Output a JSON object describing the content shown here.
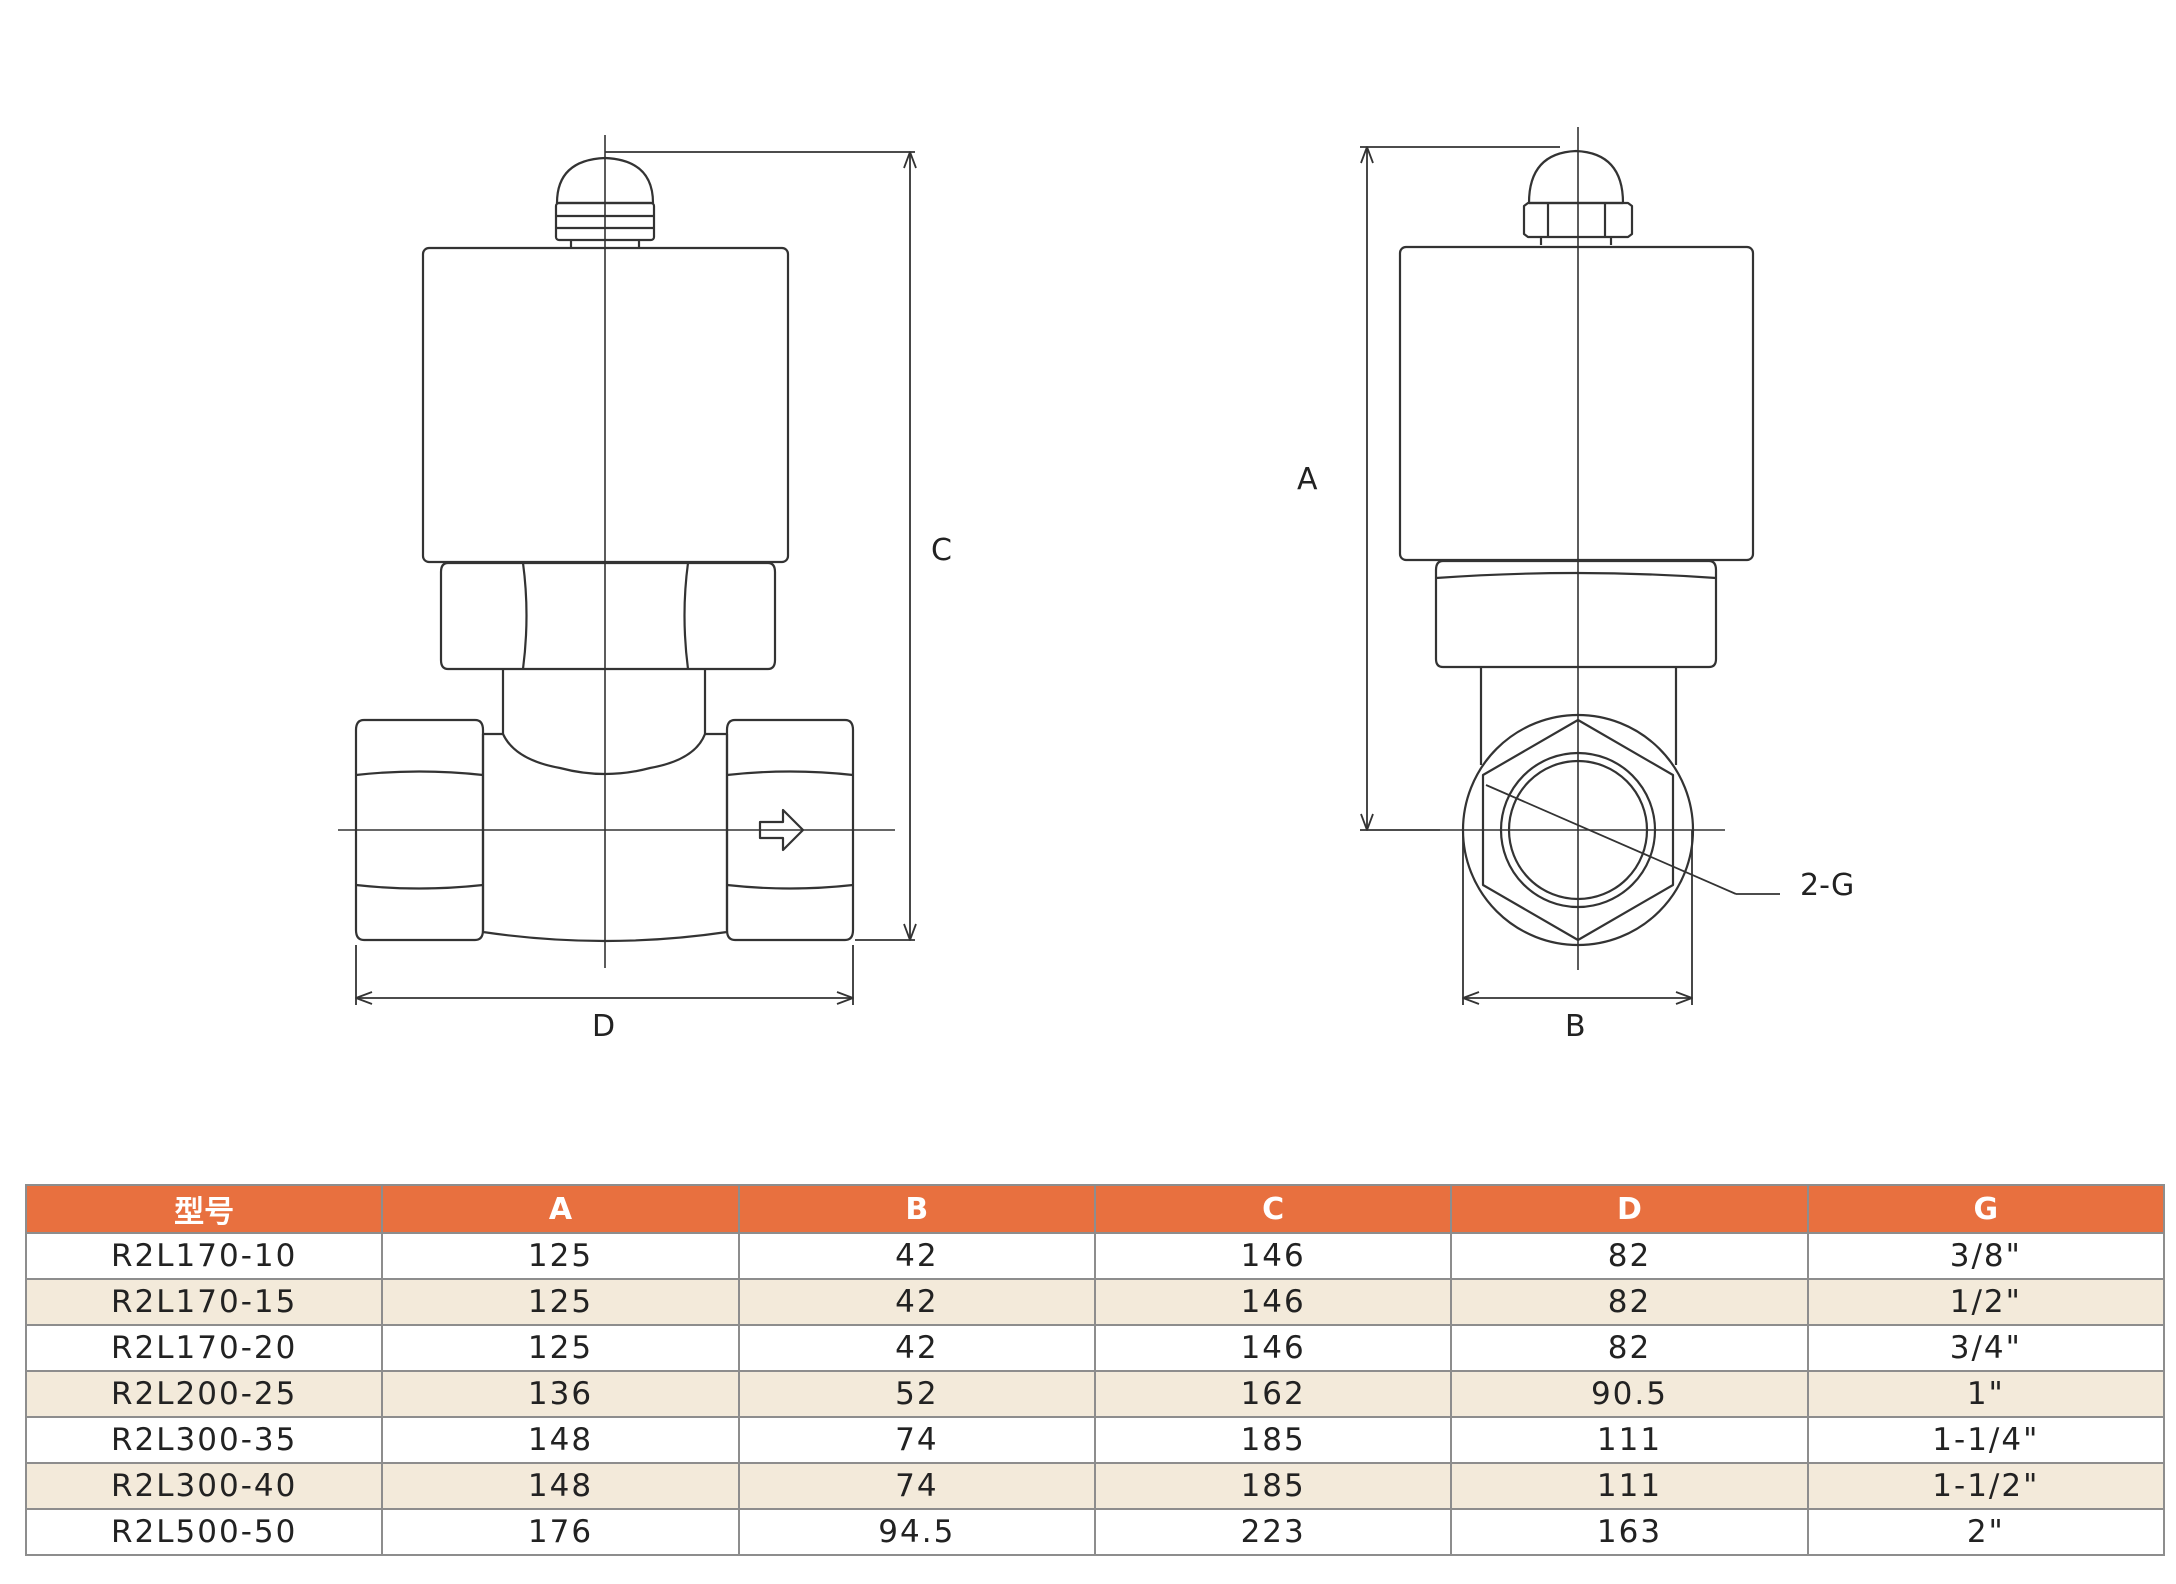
{
  "front_view": {
    "label_c": "C",
    "label_d": "D"
  },
  "side_view": {
    "label_a": "A",
    "label_b": "B",
    "label_g": "2-G"
  },
  "table": {
    "headers": [
      "型号",
      "A",
      "B",
      "C",
      "D",
      "G"
    ],
    "rows": [
      [
        "R2L170-10",
        "125",
        "42",
        "146",
        "82",
        "3/8\""
      ],
      [
        "R2L170-15",
        "125",
        "42",
        "146",
        "82",
        "1/2\""
      ],
      [
        "R2L170-20",
        "125",
        "42",
        "146",
        "82",
        "3/4\""
      ],
      [
        "R2L200-25",
        "136",
        "52",
        "162",
        "90.5",
        "1\""
      ],
      [
        "R2L300-35",
        "148",
        "74",
        "185",
        "111",
        "1-1/4\""
      ],
      [
        "R2L300-40",
        "148",
        "74",
        "185",
        "111",
        "1-1/2\""
      ],
      [
        "R2L500-50",
        "176",
        "94.5",
        "223",
        "163",
        "2\""
      ]
    ]
  },
  "colors": {
    "header": "#e8703f",
    "alt_row": "#f3eada",
    "line": "#333333"
  }
}
